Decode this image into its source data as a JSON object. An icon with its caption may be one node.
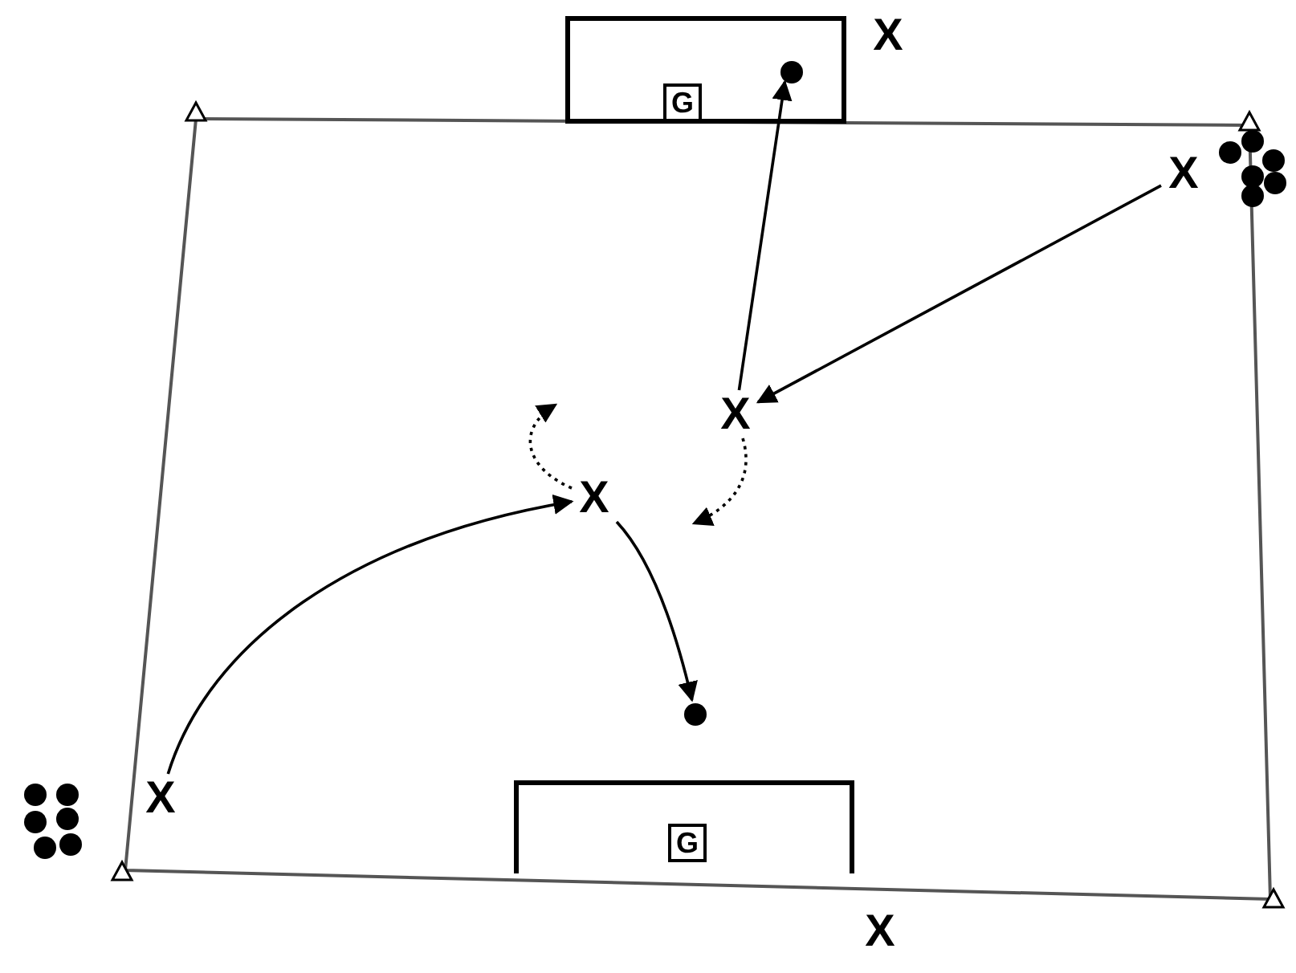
{
  "diagram": {
    "nodes": [
      {
        "text": [],
        "shape": "box"
      },
      {
        "text": [
          "G"
        ],
        "in": 0
      },
      {
        "text": [],
        "shape": "circle",
        "in": 0
      },
      {
        "text": [
          "X"
        ]
      },
      {
        "text": [],
        "shape": "box"
      },
      {
        "text": [
          "X"
        ],
        "in": 4
      },
      {
        "text": [
          "X"
        ],
        "in": 4
      },
      {
        "text": [
          "X"
        ],
        "in": 4
      },
      {
        "text": [],
        "shape": "circle",
        "in": 4
      },
      {
        "text": [
          "X"
        ],
        "in": 4
      },
      {
        "text": [],
        "shape": "box",
        "in": 4
      },
      {
        "text": [
          "G"
        ],
        "in": 10
      },
      {
        "text": [
          "X"
        ]
      }
    ],
    "edges": [
      {
        "from": 9,
        "to": 7,
        "arrow": "to"
      },
      {
        "from": 7,
        "to": 8,
        "arrow": "to"
      },
      {
        "from": 5,
        "to": 6,
        "arrow": "to"
      },
      {
        "from": 6,
        "to": 2,
        "arrow": "to"
      },
      {
        "from": 7,
        "to": null,
        "arrow": "to",
        "style": "dashed"
      },
      {
        "from": 6,
        "to": null,
        "arrow": "to",
        "style": "dashed"
      }
    ]
  }
}
